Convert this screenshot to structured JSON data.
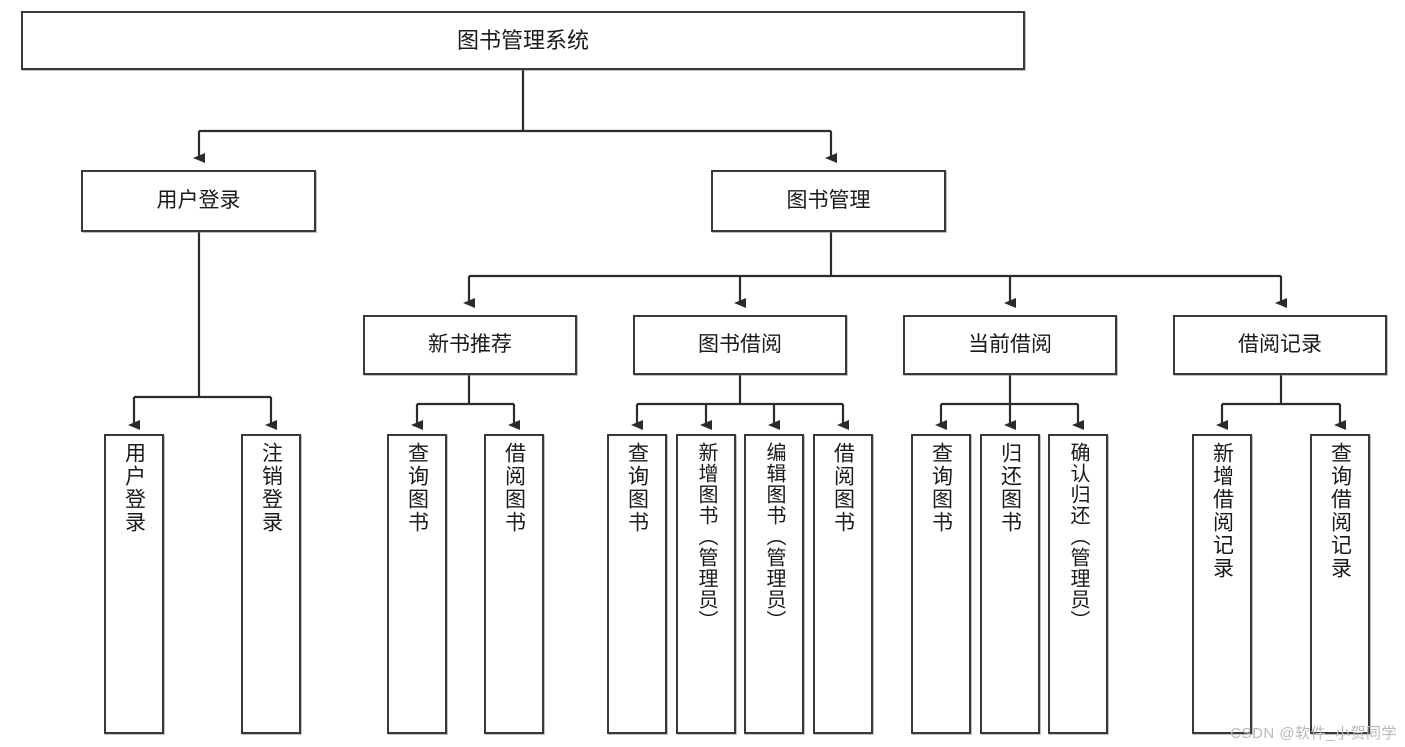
{
  "diagram": {
    "title": "图书管理系统",
    "type": "tree",
    "colors": {
      "node_border": "#393939",
      "node_fill": "#ffffff",
      "edge": "#2b2b2b",
      "text": "#1a1a1a",
      "watermark": "#b9b9b9"
    },
    "nodes": {
      "root": {
        "label": "图书管理系统"
      },
      "level2": [
        {
          "label": "用户登录"
        },
        {
          "label": "图书管理"
        }
      ],
      "level3": [
        {
          "label": "新书推荐"
        },
        {
          "label": "图书借阅"
        },
        {
          "label": "当前借阅"
        },
        {
          "label": "借阅记录"
        }
      ],
      "leaves_user_login": [
        {
          "label": "用户登录"
        },
        {
          "label": "注销登录"
        }
      ],
      "leaves_new_book": [
        {
          "label": "查询图书"
        },
        {
          "label": "借阅图书"
        }
      ],
      "leaves_borrow": [
        {
          "label": "查询图书"
        },
        {
          "label": "新增图书（管理员）"
        },
        {
          "label": "编辑图书（管理员）"
        },
        {
          "label": "借阅图书"
        }
      ],
      "leaves_current": [
        {
          "label": "查询图书"
        },
        {
          "label": "归还图书"
        },
        {
          "label": "确认归还（管理员）"
        }
      ],
      "leaves_record": [
        {
          "label": "新增借阅记录"
        },
        {
          "label": "查询借阅记录"
        }
      ]
    },
    "watermark": "CSDN @软件_小贺同学"
  }
}
